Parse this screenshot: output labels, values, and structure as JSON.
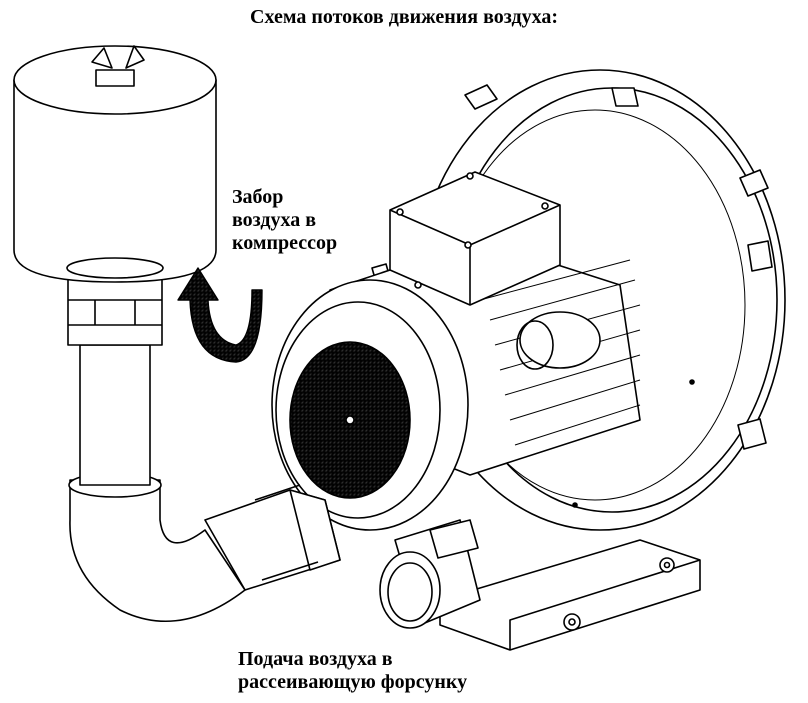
{
  "title": "Схема потоков движения воздуха:",
  "labels": {
    "intake": [
      "Забор",
      "воздуха в",
      "компрессор"
    ],
    "outlet": [
      "Подача воздуха в",
      "рассеивающую форсунку"
    ]
  },
  "colors": {
    "line": "#000000",
    "fill": "#ffffff",
    "arrow": "#333333"
  }
}
